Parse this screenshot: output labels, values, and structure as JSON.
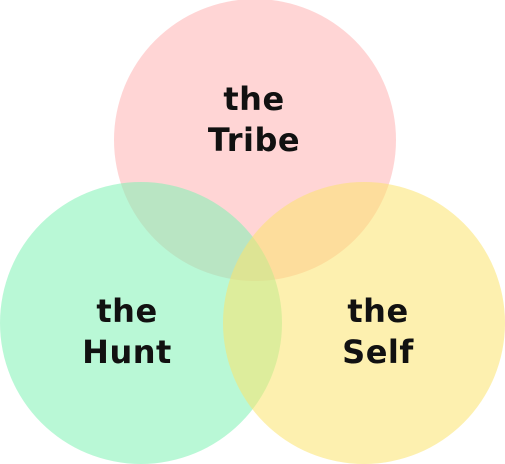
{
  "diagram": {
    "type": "venn",
    "sets": [
      {
        "id": "tribe",
        "line1": "the",
        "line2": "Tribe",
        "color": "#ffb3b3"
      },
      {
        "id": "hunt",
        "line1": "the",
        "line2": "Hunt",
        "color": "#7ff2b4"
      },
      {
        "id": "self",
        "line1": "the",
        "line2": "Self",
        "color": "#fbe36e"
      }
    ]
  }
}
